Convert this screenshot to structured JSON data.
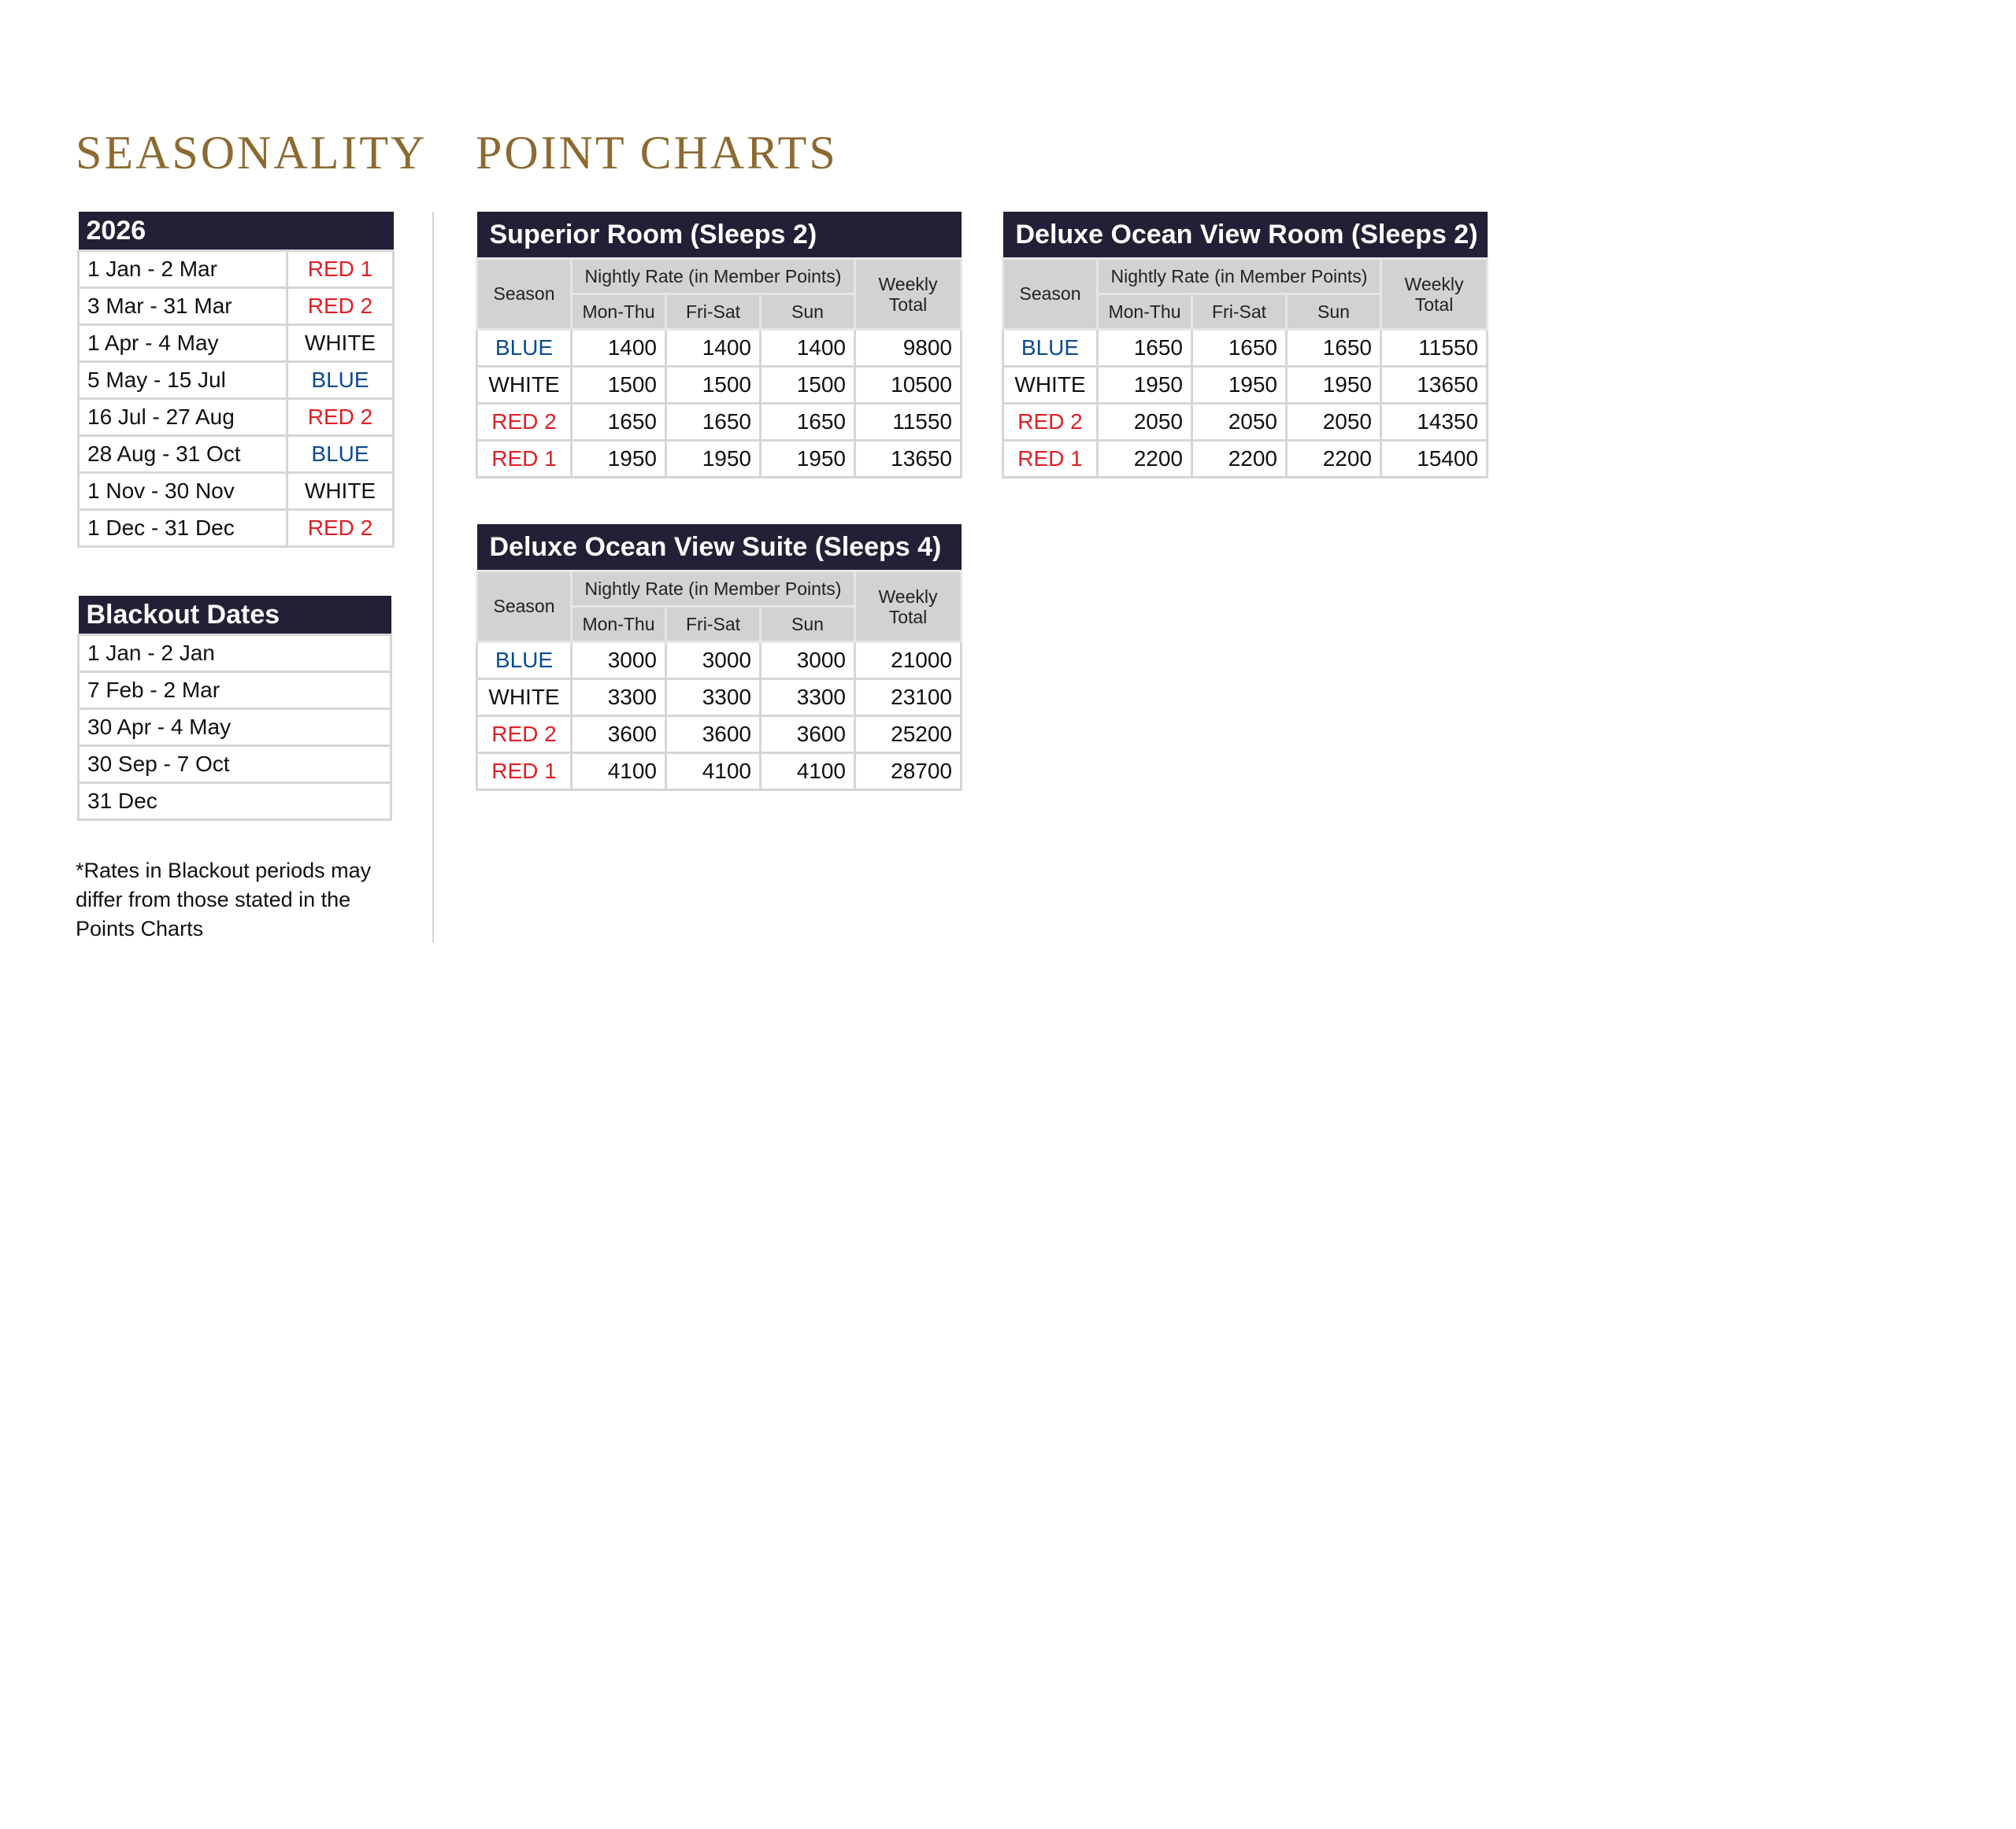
{
  "headings": {
    "seasonality": "SEASONALITY",
    "point_charts": "POINT CHARTS"
  },
  "colors": {
    "RED 1": "#e31e24",
    "RED 2": "#e31e24",
    "BLUE": "#0a4a95",
    "WHITE": "#111111"
  },
  "seasonality": {
    "title": "2026",
    "rows": [
      {
        "dates": "1 Jan - 2 Mar",
        "season": "RED 1"
      },
      {
        "dates": "3 Mar - 31 Mar",
        "season": "RED 2"
      },
      {
        "dates": "1 Apr - 4 May",
        "season": "WHITE"
      },
      {
        "dates": "5 May - 15 Jul",
        "season": "BLUE"
      },
      {
        "dates": "16 Jul - 27 Aug",
        "season": "RED 2"
      },
      {
        "dates": "28 Aug - 31 Oct",
        "season": "BLUE"
      },
      {
        "dates": "1 Nov - 30 Nov",
        "season": "WHITE"
      },
      {
        "dates": "1 Dec - 31 Dec",
        "season": "RED 2"
      }
    ]
  },
  "blackout": {
    "title": "Blackout Dates",
    "rows": [
      "1 Jan - 2 Jan",
      "7 Feb - 2 Mar",
      "30 Apr - 4 May",
      "30 Sep - 7 Oct",
      "31 Dec"
    ]
  },
  "footnote": "*Rates in Blackout periods may differ from those stated in the Points Charts",
  "headers": {
    "season": "Season",
    "nightly": "Nightly Rate (in Member Points)",
    "mon_thu": "Mon-Thu",
    "fri_sat": "Fri-Sat",
    "sun": "Sun",
    "weekly": "Weekly Total"
  },
  "charts": [
    {
      "title": "Superior Room (Sleeps 2)",
      "rows": [
        [
          "BLUE",
          "1400",
          "1400",
          "1400",
          "9800"
        ],
        [
          "WHITE",
          "1500",
          "1500",
          "1500",
          "10500"
        ],
        [
          "RED 2",
          "1650",
          "1650",
          "1650",
          "11550"
        ],
        [
          "RED 1",
          "1950",
          "1950",
          "1950",
          "13650"
        ]
      ]
    },
    {
      "title": "Deluxe Ocean View Room (Sleeps 2)",
      "rows": [
        [
          "BLUE",
          "1650",
          "1650",
          "1650",
          "11550"
        ],
        [
          "WHITE",
          "1950",
          "1950",
          "1950",
          "13650"
        ],
        [
          "RED 2",
          "2050",
          "2050",
          "2050",
          "14350"
        ],
        [
          "RED 1",
          "2200",
          "2200",
          "2200",
          "15400"
        ]
      ]
    },
    {
      "title": "Deluxe Ocean View Suite (Sleeps 4)",
      "rows": [
        [
          "BLUE",
          "3000",
          "3000",
          "3000",
          "21000"
        ],
        [
          "WHITE",
          "3300",
          "3300",
          "3300",
          "23100"
        ],
        [
          "RED 2",
          "3600",
          "3600",
          "3600",
          "25200"
        ],
        [
          "RED 1",
          "4100",
          "4100",
          "4100",
          "28700"
        ]
      ]
    }
  ]
}
